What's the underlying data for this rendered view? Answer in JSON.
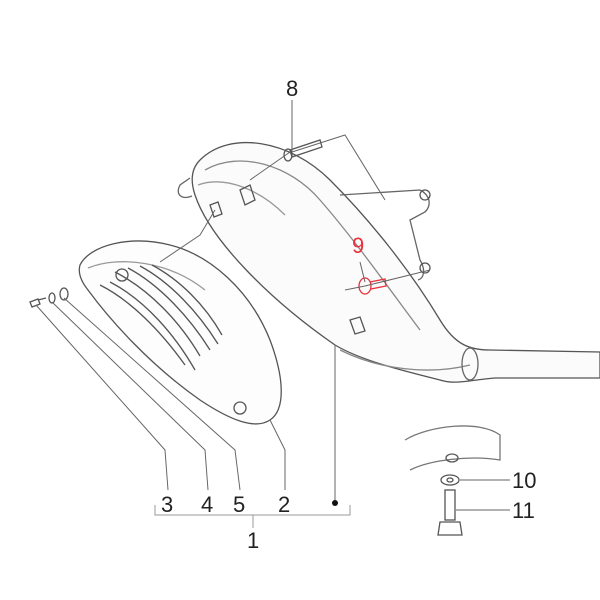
{
  "diagram": {
    "highlight_color": "#e8323c",
    "line_color": "#555555",
    "labels": {
      "p1": "1",
      "p2": "2",
      "p3": "3",
      "p4": "4",
      "p5": "5",
      "p8": "8",
      "p9": "9",
      "p10": "10",
      "p11": "11"
    },
    "highlighted_part": "9"
  }
}
